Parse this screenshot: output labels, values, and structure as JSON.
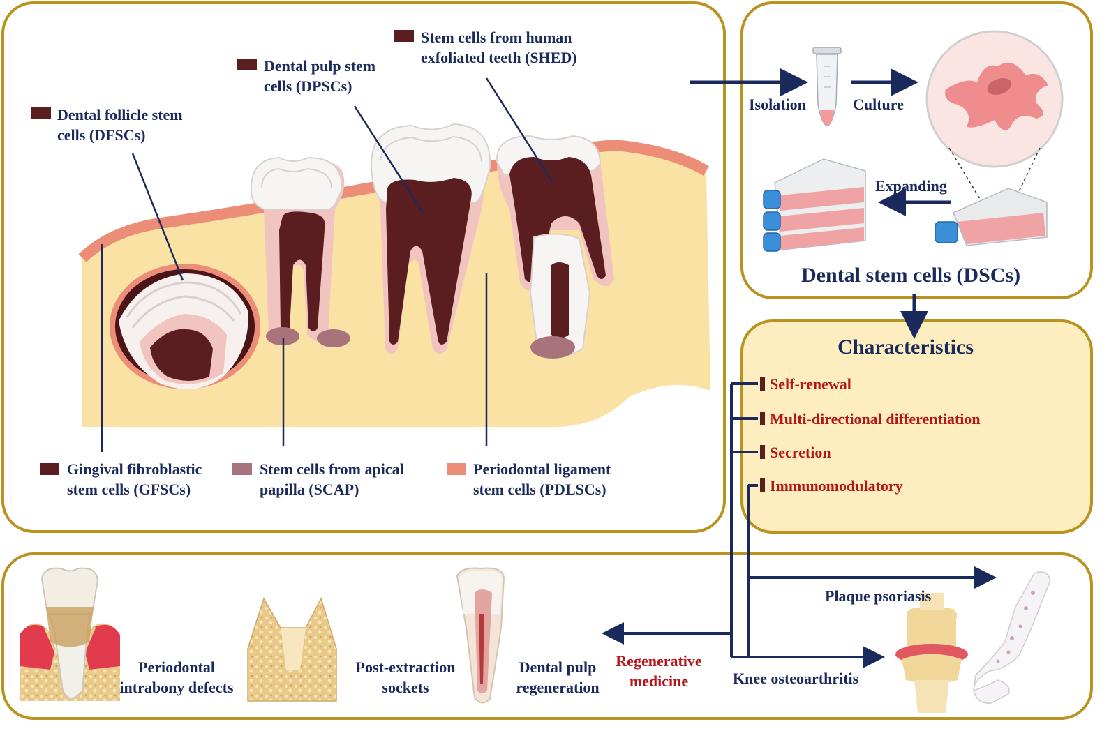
{
  "colors": {
    "panel_border": "#b8931f",
    "characteristics_bg": "#fdedbf",
    "navy": "#1b2a5c",
    "red_text": "#b3171c",
    "pulp": "#5a1e20",
    "papilla": "#a8737a",
    "ligament": "#ec8d77",
    "bone": "#f9e2a3"
  },
  "teeth_panel": {
    "dfsc_label": [
      "Dental follicle stem",
      "cells (DFSCs)"
    ],
    "dpsc_label": [
      "Dental pulp stem",
      "cells (DPSCs)"
    ],
    "shed_label": [
      "Stem cells from human",
      "exfoliated teeth (SHED)"
    ],
    "gfsc_label": [
      "Gingival fibroblastic",
      "stem cells (GFSCs)"
    ],
    "scap_label": [
      "Stem cells from apical",
      "papilla (SCAP)"
    ],
    "pdlsc_label": [
      "Periodontal ligament",
      "stem cells (PDLSCs)"
    ]
  },
  "culture_panel": {
    "isolation": "Isolation",
    "culture": "Culture",
    "expanding": "Expanding",
    "title": "Dental stem cells (DSCs)"
  },
  "characteristics": {
    "title": "Characteristics",
    "items": [
      "Self-renewal",
      "Multi-directional differentiation",
      "Secretion",
      "Immunomodulatory"
    ]
  },
  "applications": {
    "periodontal": [
      "Periodontal",
      "intrabony defects"
    ],
    "post_extraction": [
      "Post-extraction",
      "sockets"
    ],
    "pulp": [
      "Dental pulp",
      "regeneration"
    ],
    "regenerative": [
      "Regenerative",
      "medicine"
    ],
    "psoriasis": "Plaque psoriasis",
    "knee": "Knee osteoarthritis"
  }
}
